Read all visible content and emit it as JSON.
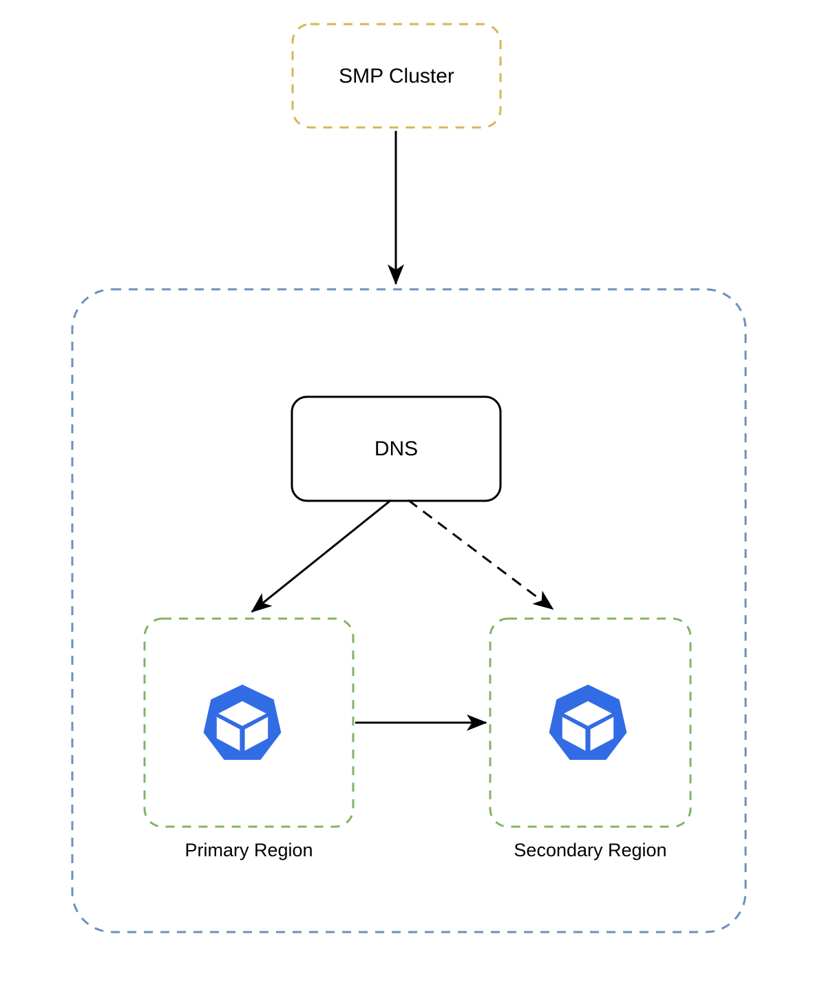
{
  "diagram": {
    "title": "SMP Cluster multi-region Kubernetes failover diagram",
    "nodes": {
      "smp_cluster": {
        "label": "SMP Cluster",
        "border_color": "#d6b656",
        "border_style": "dashed",
        "shape": "rounded-rectangle"
      },
      "dns": {
        "label": "DNS",
        "border_color": "#000000",
        "border_style": "solid",
        "shape": "rounded-rectangle"
      },
      "outer_container": {
        "label": "",
        "border_color": "#6c8ebf",
        "border_style": "dashed",
        "shape": "rounded-rectangle"
      },
      "primary_region": {
        "label": "Primary Region",
        "border_color": "#82b366",
        "border_style": "dashed",
        "shape": "rounded-rectangle",
        "icon": "kubernetes-icon"
      },
      "secondary_region": {
        "label": "Secondary Region",
        "border_color": "#82b366",
        "border_style": "dashed",
        "shape": "rounded-rectangle",
        "icon": "kubernetes-icon"
      }
    },
    "edges": [
      {
        "from": "smp_cluster",
        "to": "outer_container",
        "style": "solid",
        "arrow": "end",
        "color": "#000000"
      },
      {
        "from": "dns",
        "to": "primary_region",
        "style": "solid",
        "arrow": "end",
        "color": "#000000"
      },
      {
        "from": "dns",
        "to": "secondary_region",
        "style": "dashed",
        "arrow": "end",
        "color": "#000000"
      },
      {
        "from": "primary_region",
        "to": "secondary_region",
        "style": "solid",
        "arrow": "end",
        "color": "#000000"
      }
    ],
    "colors": {
      "kubernetes_blue": "#326ce5",
      "amber_dash": "#d6b656",
      "blue_dash": "#6c8ebf",
      "green_dash": "#82b366",
      "stroke_black": "#000000",
      "background": "#ffffff"
    }
  }
}
